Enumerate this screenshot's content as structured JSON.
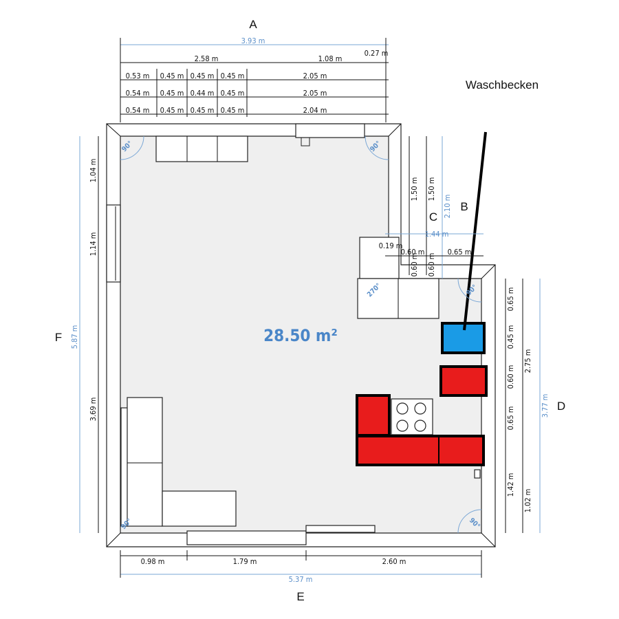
{
  "labels": {
    "A": "A",
    "B": "B",
    "C": "C",
    "D": "D",
    "E": "E",
    "F": "F",
    "sink_note": "Waschbecken",
    "area": "28.50 m²"
  },
  "top": {
    "total": "3.93 m",
    "r0": [
      "2.58 m",
      "1.08 m",
      "0.27 m"
    ],
    "r1": [
      "0.53 m",
      "0.45 m",
      "0.45 m",
      "0.45 m",
      "2.05 m"
    ],
    "r2": [
      "0.54 m",
      "0.45 m",
      "0.44 m",
      "0.45 m",
      "2.05 m"
    ],
    "r3": [
      "0.54 m",
      "0.45 m",
      "0.45 m",
      "0.45 m",
      "2.04 m"
    ]
  },
  "left": {
    "a": "1.04 m",
    "b": "1.14 m",
    "c": "3.69 m",
    "total": "5.87 m"
  },
  "upper_right": {
    "a": "1.50 m",
    "b": "1.50 m",
    "total": "2.10 m",
    "width": "1.44 m",
    "c": "0.19 m",
    "d": "0.60 m",
    "e": "0.65 m",
    "f": "0.60 m",
    "g": "0.60 m"
  },
  "right": {
    "a": "0.65 m",
    "b": "0.45 m",
    "c": "0.60 m",
    "d": "0.65 m",
    "e": "1.42 m",
    "f": "2.75 m",
    "g": "1.02 m",
    "total": "3.77 m"
  },
  "bottom": {
    "a": "0.98 m",
    "b": "1.79 m",
    "c": "2.60 m",
    "total": "5.37 m"
  },
  "angles": [
    "90°",
    "90°",
    "270°",
    "90°",
    "90°",
    "90°"
  ],
  "colors": {
    "sink": "#1a9be6",
    "highlight": "#e81c1c",
    "dimension_blue": "#5b8fc9",
    "floor": "#efefef"
  }
}
